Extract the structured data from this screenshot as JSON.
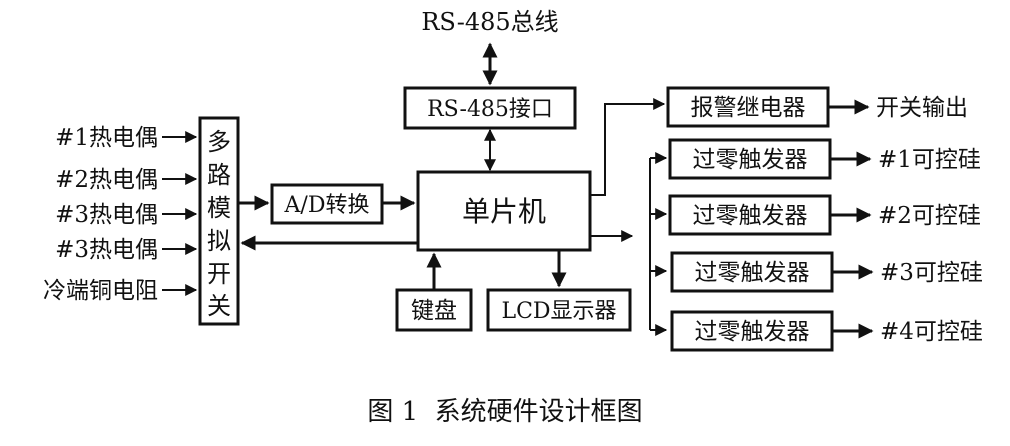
{
  "figure": {
    "caption": "图 1  系统硬件设计框图",
    "bus_label": "RS-485总线",
    "rs485_interface": "RS-485接口",
    "mcu": "单片机",
    "adc": "A/D转换",
    "mux": [
      "多",
      "路",
      "模",
      "拟",
      "开",
      "关"
    ],
    "keyboard": "键盘",
    "lcd": "LCD显示器",
    "relay": "报警继电器",
    "switch_output": "开关输出",
    "inputs": [
      "#1热电偶",
      "#2热电偶",
      "#3热电偶",
      "#3热电偶",
      "冷端铜电阻"
    ],
    "triggers": [
      "过零触发器",
      "过零触发器",
      "过零触发器",
      "过零触发器"
    ],
    "scr_outputs": [
      "#1可控硅",
      "#2可控硅",
      "#3可控硅",
      "#4可控硅"
    ]
  }
}
